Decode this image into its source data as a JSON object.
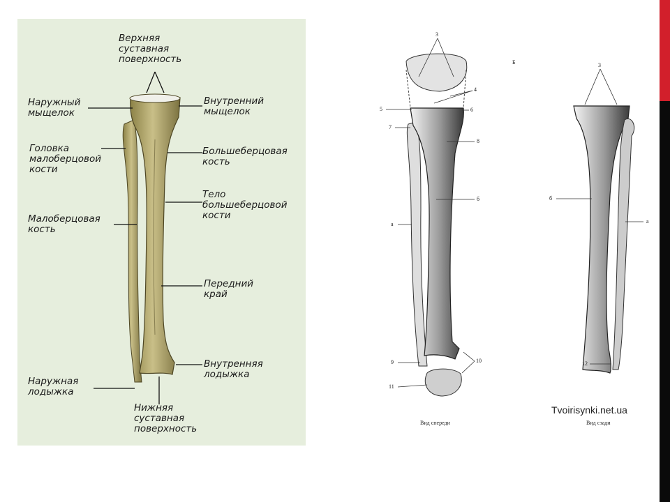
{
  "left_labels": {
    "upper_surface": "Верхняя\nсуставная\nповерхность",
    "lateral_condyle": "Наружный\nмыщелок",
    "medial_condyle": "Внутренний\nмыщелок",
    "fibula_head": "Головка\nмалоберцовой\nкости",
    "tibia": "Большеберцовая\nкость",
    "tibia_body": "Тело\nбольшеберцовой\nкости",
    "fibula": "Малоберцовая\nкость",
    "anterior_edge": "Передний\nкрай",
    "medial_malleolus": "Внутренняя\nлодыжка",
    "lateral_malleolus": "Наружная\nлодыжка",
    "lower_surface": "Нижняя\nсуставная\nповерхность"
  },
  "right_labels": {
    "letter_b": "Б",
    "front": {
      "n3": "3",
      "n4": "4",
      "n5": "5",
      "n6a": "6",
      "n7": "7",
      "n8": "8",
      "n6b": "б",
      "na": "а",
      "n9": "9",
      "n10": "10",
      "n11": "11"
    },
    "back": {
      "n3": "3",
      "n6": "б",
      "na": "а",
      "n12": "12"
    },
    "caption_front": "Вид спереди",
    "caption_back": "Вид сзади"
  },
  "credit": "Tvoirisynki.net.ua",
  "colors": {
    "panel_bg": "#e6eedd",
    "bone": "#b8ad74",
    "bone_dark": "#6d6436",
    "accent_red": "#d21f2b",
    "accent_black": "#0a0a0a"
  }
}
